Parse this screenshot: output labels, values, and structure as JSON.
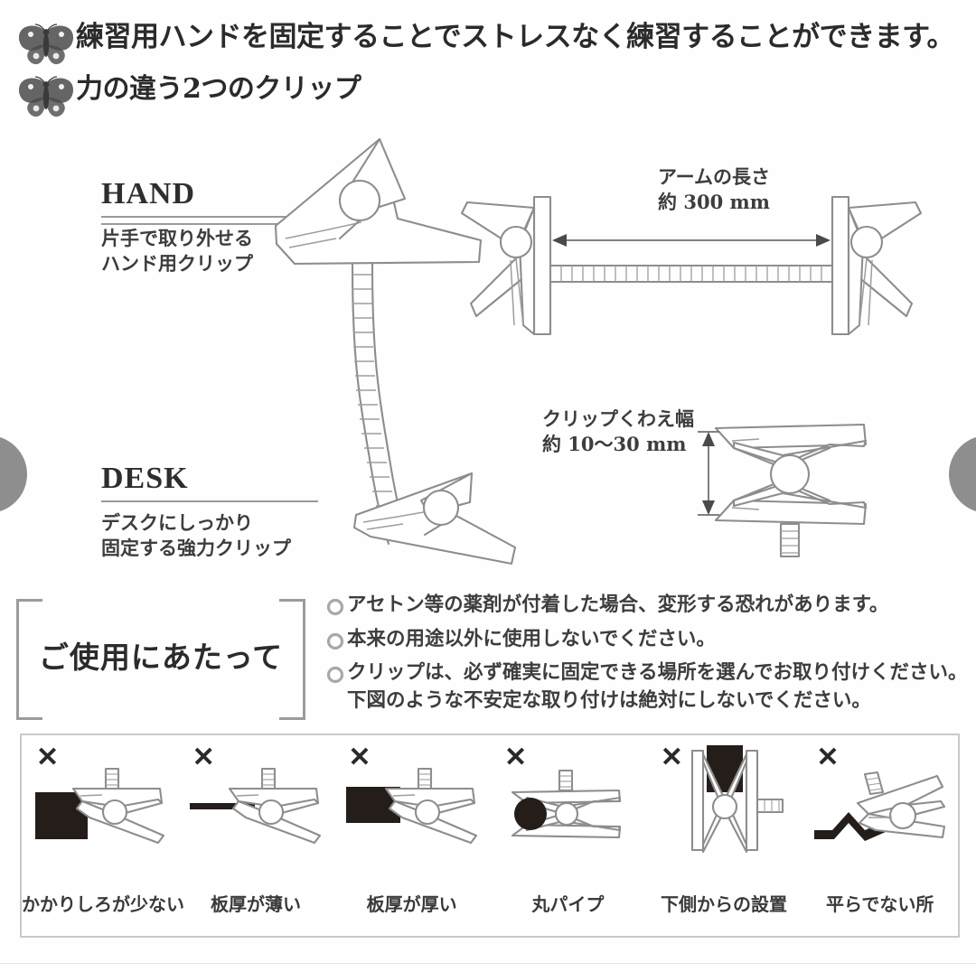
{
  "header": {
    "bullet_icon": "butterfly-icon",
    "lines": [
      "練習用ハンドを固定することでストレスなく練習することができます。",
      "力の違う2つのクリップ"
    ]
  },
  "diagram": {
    "hand": {
      "title": "HAND",
      "sub_line1": "片手で取り外せる",
      "sub_line2": "ハンド用クリップ"
    },
    "desk": {
      "title": "DESK",
      "sub_line1": "デスクにしっかり",
      "sub_line2": "固定する強力クリップ"
    },
    "arm_length": {
      "label": "アームの長さ",
      "value": "約 300 mm"
    },
    "clip_width": {
      "label": "クリップくわえ幅",
      "value": "約 10〜30 mm"
    }
  },
  "notice": {
    "title": "ご使用にあたって",
    "bullet_icon": "circle-bullet-icon",
    "items": [
      {
        "line1": "アセトン等の薬剤が付着した場合、変形する恐れがあります。",
        "line2": ""
      },
      {
        "line1": "本来の用途以外に使用しないでください。",
        "line2": ""
      },
      {
        "line1": "クリップは、必ず確実に固定できる場所を選んでお取り付けください。",
        "line2": "下図のような不安定な取り付けは絶対にしないでください。"
      }
    ]
  },
  "bad_examples": {
    "mark": "✕",
    "items": [
      {
        "caption": "かかりしろが少ない",
        "art": "clip-side-thick-block"
      },
      {
        "caption": "板厚が薄い",
        "art": "clip-side-thin-plate"
      },
      {
        "caption": "板厚が厚い",
        "art": "clip-side-thick-plate"
      },
      {
        "caption": "丸パイプ",
        "art": "clip-front-round-pipe"
      },
      {
        "caption": "下側からの設置",
        "art": "clip-vertical-underside"
      },
      {
        "caption": "平らでない所",
        "art": "clip-uneven-surface"
      }
    ]
  },
  "carousel": {
    "prev": "prev-arrow",
    "next": "next-arrow"
  },
  "colors": {
    "ink": "#8d8d8d",
    "text": "#3a3a3a",
    "solid": "#241d1a",
    "carousel": "#8e8e8e"
  }
}
